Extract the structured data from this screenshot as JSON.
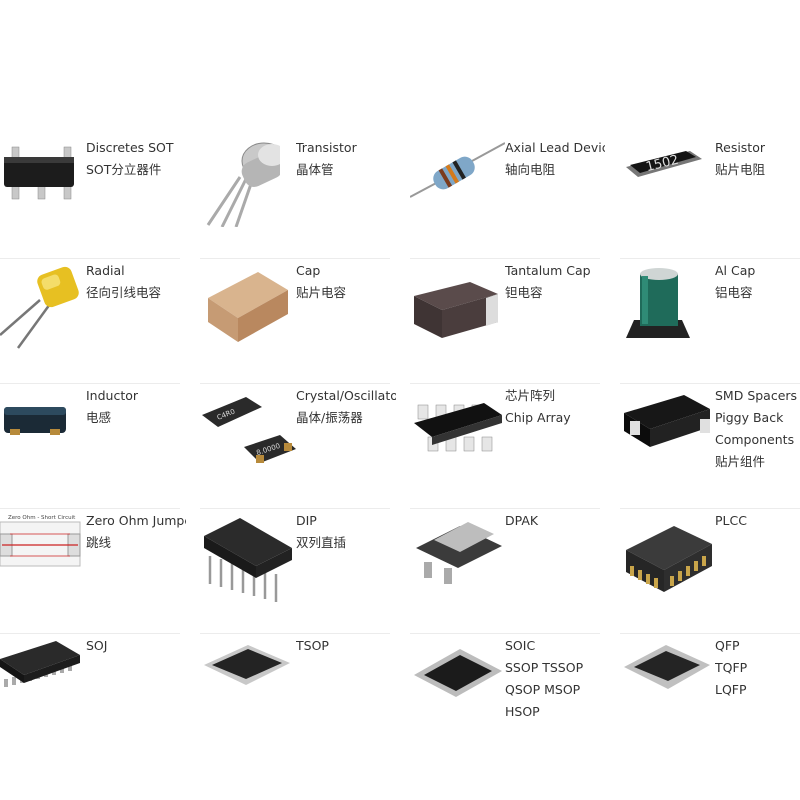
{
  "items": [
    {
      "name": "discretes-sot",
      "icon": "sot-package-icon",
      "lines": [
        "Discretes SOT",
        "SOT分立器件"
      ]
    },
    {
      "name": "transistor",
      "icon": "to92-transistor-icon",
      "lines": [
        "Transistor",
        "晶体管"
      ]
    },
    {
      "name": "axial-lead-device",
      "icon": "axial-resistor-icon",
      "lines": [
        "Axial Lead Devic",
        "轴向电阻"
      ]
    },
    {
      "name": "resistor",
      "icon": "smd-resistor-icon",
      "lines": [
        "Resistor",
        "贴片电阻"
      ]
    },
    {
      "name": "radial",
      "icon": "radial-capacitor-icon",
      "lines": [
        "Radial",
        "径向引线电容"
      ]
    },
    {
      "name": "cap",
      "icon": "smd-capacitor-icon",
      "lines": [
        "Cap",
        "贴片电容"
      ]
    },
    {
      "name": "tantalum-cap",
      "icon": "tantalum-capacitor-icon",
      "lines": [
        "Tantalum Cap",
        "钽电容"
      ]
    },
    {
      "name": "al-cap",
      "icon": "aluminum-capacitor-icon",
      "lines": [
        "Al Cap",
        "铝电容"
      ]
    },
    {
      "name": "inductor",
      "icon": "inductor-icon",
      "lines": [
        "Inductor",
        "电感"
      ]
    },
    {
      "name": "crystal-oscillator",
      "icon": "crystal-oscillator-icon",
      "lines": [
        "Crystal/Oscillator",
        "晶体/振荡器"
      ]
    },
    {
      "name": "chip-array",
      "icon": "chip-array-icon",
      "lines": [
        "芯片阵列",
        "Chip Array"
      ]
    },
    {
      "name": "smd-spacers",
      "icon": "smd-spacer-icon",
      "lines": [
        "SMD Spacers",
        "Piggy Back",
        "Components",
        "贴片组件"
      ]
    },
    {
      "name": "zero-ohm-jumper",
      "icon": "zero-ohm-jumper-icon",
      "lines": [
        "Zero Ohm Jumpe",
        "跳线"
      ],
      "art_text": "Zero Ohm - Short Circuit"
    },
    {
      "name": "dip",
      "icon": "dip-package-icon",
      "lines": [
        "DIP",
        "双列直插"
      ]
    },
    {
      "name": "dpak",
      "icon": "dpak-package-icon",
      "lines": [
        "DPAK"
      ]
    },
    {
      "name": "plcc",
      "icon": "plcc-package-icon",
      "lines": [
        "PLCC"
      ]
    },
    {
      "name": "soj",
      "icon": "soj-package-icon",
      "lines": [
        "SOJ"
      ]
    },
    {
      "name": "tsop",
      "icon": "tsop-package-icon",
      "lines": [
        "TSOP"
      ]
    },
    {
      "name": "soic",
      "icon": "soic-package-icon",
      "lines": [
        "SOIC",
        "SSOP TSSOP",
        "QSOP MSOP",
        "HSOP"
      ]
    },
    {
      "name": "qfp",
      "icon": "qfp-package-icon",
      "lines": [
        "QFP",
        "TQFP",
        "LQFP"
      ]
    }
  ],
  "art_labels": {
    "resistor_code": "1502",
    "crystal_top": "C4R0",
    "crystal_bottom": "8.0000"
  }
}
